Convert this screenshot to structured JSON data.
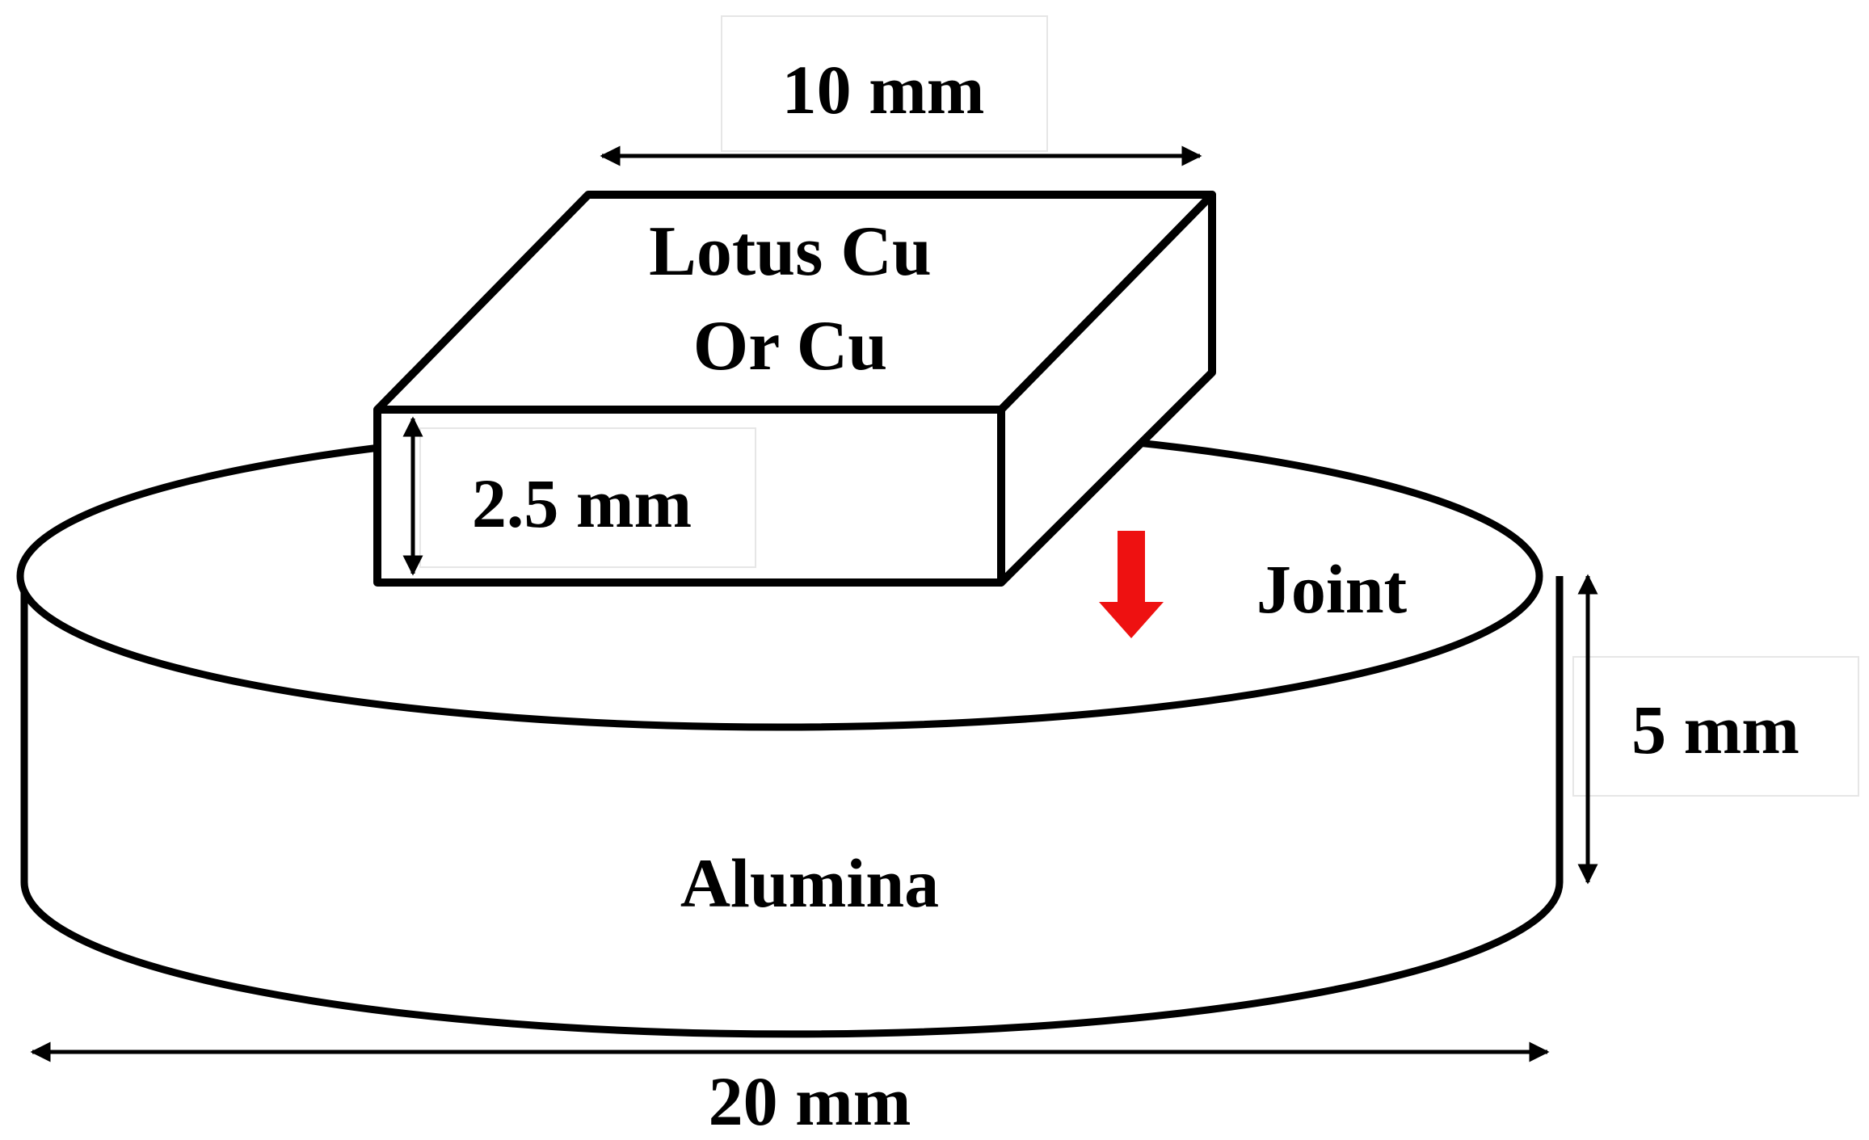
{
  "labels": {
    "top_width": "10 mm",
    "block_material_line1": "Lotus Cu",
    "block_material_line2": "Or Cu",
    "block_thickness": "2.5 mm",
    "joint": "Joint",
    "disk_thickness": "5 mm",
    "disk_material": "Alumina",
    "disk_diameter": "20 mm"
  },
  "colors": {
    "stroke": "#000000",
    "joint_arrow": "#ee1111",
    "label_box_border": "#e6e6e6"
  }
}
